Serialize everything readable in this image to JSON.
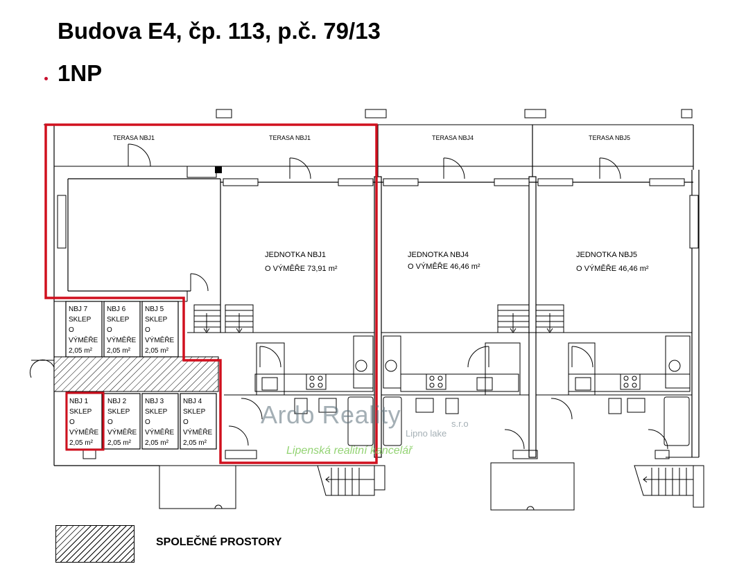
{
  "header": {
    "title": "Budova E4, čp. 113, p.č. 79/13",
    "floor": "1NP"
  },
  "plan": {
    "terraces": [
      "TERASA NBJ1",
      "TERASA NBJ1",
      "TERASA NBJ4",
      "TERASA NBJ5"
    ],
    "units": [
      {
        "name": "JEDNOTKA NBJ1",
        "area": "O VÝMĚŘE 73,91 m²"
      },
      {
        "name": "JEDNOTKA NBJ4",
        "area": "O VÝMĚŘE 46,46 m²"
      },
      {
        "name": "JEDNOTKA NBJ5",
        "area": "O VÝMĚŘE 46,46 m²"
      }
    ],
    "cellars_top": [
      {
        "name": "NBJ 7",
        "type": "SKLEP",
        "o": "O",
        "label": "VÝMĚŘE",
        "area": "2,05 m²"
      },
      {
        "name": "NBJ 6",
        "type": "SKLEP",
        "o": "O",
        "label": "VÝMĚŘE",
        "area": "2,05 m²"
      },
      {
        "name": "NBJ 5",
        "type": "SKLEP",
        "o": "O",
        "label": "VÝMĚŘE",
        "area": "2,05 m²"
      }
    ],
    "cellars_bottom": [
      {
        "name": "NBJ 1",
        "type": "SKLEP",
        "o": "O",
        "label": "VÝMĚŘE",
        "area": "2,05 m²"
      },
      {
        "name": "NBJ 2",
        "type": "SKLEP",
        "o": "O",
        "label": "VÝMĚŘE",
        "area": "2,05 m²"
      },
      {
        "name": "NBJ 3",
        "type": "SKLEP",
        "o": "O",
        "label": "VÝMĚŘE",
        "area": "2,05 m²"
      },
      {
        "name": "NBJ 4",
        "type": "SKLEP",
        "o": "O",
        "label": "VÝMĚŘE",
        "area": "2,05 m²"
      }
    ],
    "highlight_color": "#d0101e"
  },
  "legend": {
    "label": "SPOLEČNÉ PROSTORY"
  },
  "watermark": {
    "brand": "Ardo Reality",
    "suffix": "s.r.o",
    "place": "Lipno lake",
    "tagline": "Lipenská realitní kancelář"
  }
}
